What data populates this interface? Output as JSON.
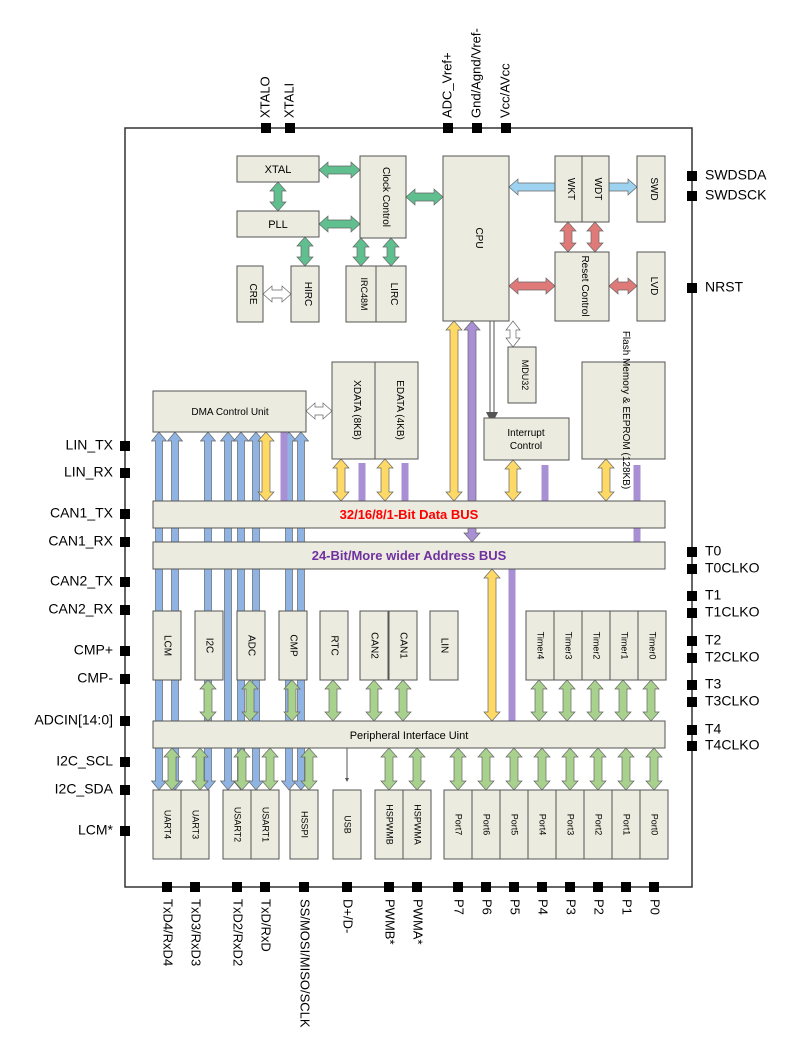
{
  "blocks": {
    "xtal": "XTAL",
    "pll": "PLL",
    "clock_control": "Clock Control",
    "cre": "CRE",
    "hirc": "HIRC",
    "irc48m": "IRC48M",
    "lirc": "LIRC",
    "cpu": "CPU",
    "wkt": "WKT",
    "wdt": "WDT",
    "swd": "SWD",
    "reset_control": "Reset Control",
    "lvd": "LVD",
    "mdu32": "MDU32",
    "xdata": "XDATA (8KB)",
    "edata": "EDATA (4KB)",
    "dma": "DMA Control Unit",
    "interrupt": "Interrupt Control",
    "flash": "Flash Memory & EEPROM (128KB)",
    "data_bus": "32/16/8/1-Bit Data BUS",
    "addr_bus": "24-Bit/More wider Address BUS",
    "periph_bus": "Peripheral Interface Uint",
    "lcm": "LCM",
    "i2c": "I2C",
    "adc": "ADC",
    "cmp": "CMP",
    "rtc": "RTC",
    "can2": "CAN2",
    "can1": "CAN1",
    "lin": "LIN",
    "timers": [
      "Timer4",
      "Timer3",
      "Timer2",
      "Timer1",
      "Timer0"
    ],
    "uarts": [
      "UART4",
      "UART3",
      "USART2",
      "USART1"
    ],
    "hsspi": "HSSPI",
    "usb": "USB",
    "hspwmb": "HSPWMB",
    "hspwma": "HSPWMA",
    "ports": [
      "Port7",
      "Port6",
      "Port5",
      "Port4",
      "Port3",
      "Port2",
      "Port1",
      "Port0"
    ]
  },
  "pins": {
    "top": [
      "XTALO",
      "XTALI",
      "ADC_Vref+",
      "Gnd/Agnd/Vref-",
      "Vcc/AVcc"
    ],
    "left": [
      "LIN_TX",
      "LIN_RX",
      "CAN1_TX",
      "CAN1_RX",
      "CAN2_TX",
      "CAN2_RX",
      "CMP+",
      "CMP-",
      "ADCIN[14:0]",
      "I2C_SCL",
      "I2C_SDA",
      "LCM*"
    ],
    "right": [
      "SWDSDA",
      "SWDSCK",
      "NRST",
      "T0",
      "T0CLKO",
      "T1",
      "T1CLKO",
      "T2",
      "T2CLKO",
      "T3",
      "T3CLKO",
      "T4",
      "T4CLKO"
    ],
    "bottom": [
      "TxD4/RxD4",
      "TxD3/RxD3",
      "TxD2/RxD2",
      "TxD/RxD",
      "SS/MOSI/MISO/SCLK",
      "D+/D-",
      "PWMB*",
      "PWMA*",
      "P7",
      "P6",
      "P5",
      "P4",
      "P3",
      "P2",
      "P1",
      "P0"
    ]
  },
  "colors": {
    "block_fill": "#ebebdf",
    "data_bus": "#ff0000",
    "addr_bus": "#7030a0",
    "blue": "#8fb4e3",
    "yellow": "#ffd966",
    "purple": "#a98fd4",
    "green": "#a9d18e",
    "red": "#e07a78",
    "lightblue": "#9dd3f0",
    "teal": "#5fbf8f"
  }
}
